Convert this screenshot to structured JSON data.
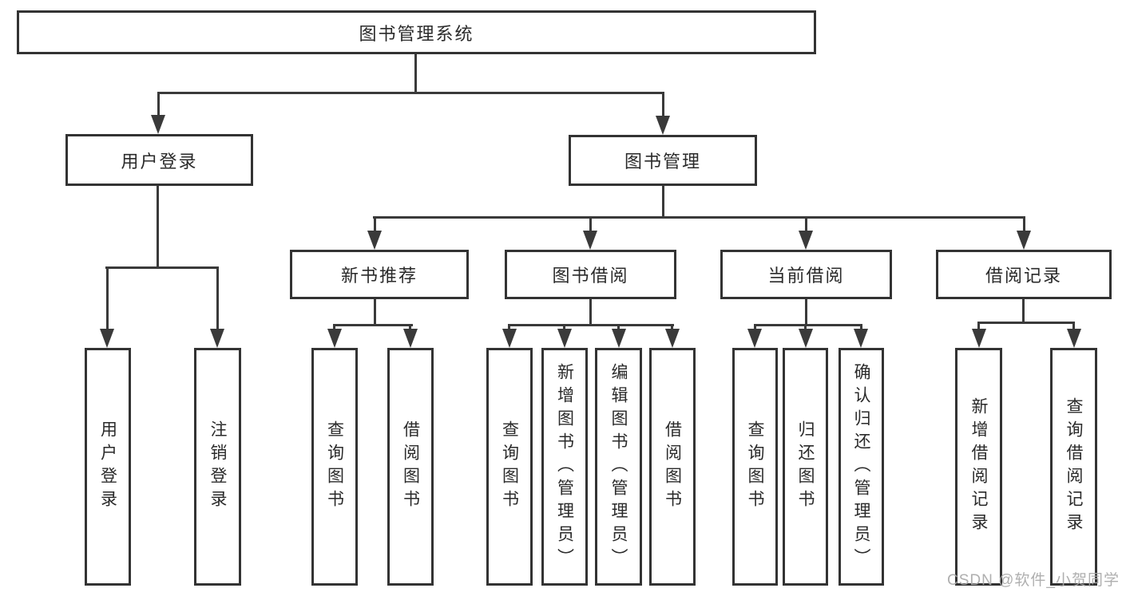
{
  "diagram_type": "hierarchy-tree",
  "watermark": "CSDN @软件_小贺同学",
  "colors": {
    "background": "#ffffff",
    "box_border": "#333333",
    "connector_line": "#3a3a3a",
    "text": "#2a2a2a",
    "watermark_text": "#a8a8a8"
  },
  "tree": {
    "label": "图书管理系统",
    "children": [
      {
        "label": "用户登录",
        "children": [
          {
            "label": "用户登录"
          },
          {
            "label": "注销登录"
          }
        ]
      },
      {
        "label": "图书管理",
        "children": [
          {
            "label": "新书推荐",
            "children": [
              {
                "label": "查询图书"
              },
              {
                "label": "借阅图书"
              }
            ]
          },
          {
            "label": "图书借阅",
            "children": [
              {
                "label": "查询图书"
              },
              {
                "label": "新增图书（管理员）"
              },
              {
                "label": "编辑图书（管理员）"
              },
              {
                "label": "借阅图书"
              }
            ]
          },
          {
            "label": "当前借阅",
            "children": [
              {
                "label": "查询图书"
              },
              {
                "label": "归还图书"
              },
              {
                "label": "确认归还（管理员）"
              }
            ]
          },
          {
            "label": "借阅记录",
            "children": [
              {
                "label": "新增借阅记录"
              },
              {
                "label": "查询借阅记录"
              }
            ]
          }
        ]
      }
    ]
  }
}
